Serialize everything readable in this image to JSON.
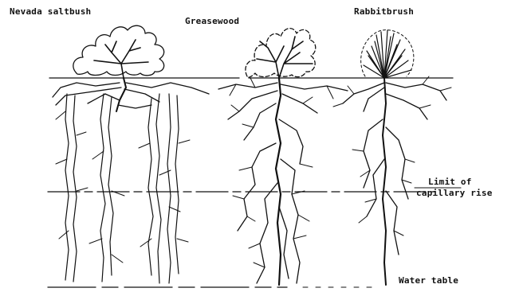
{
  "labels": {
    "nevada_saltbush": "Nevada saltbush",
    "greasewood": "Greasewood",
    "rabbitbrush": "Rabbitbrush",
    "limit_line1": "Limit of",
    "limit_line2": "capillary rise",
    "water_table": "Water table"
  }
}
